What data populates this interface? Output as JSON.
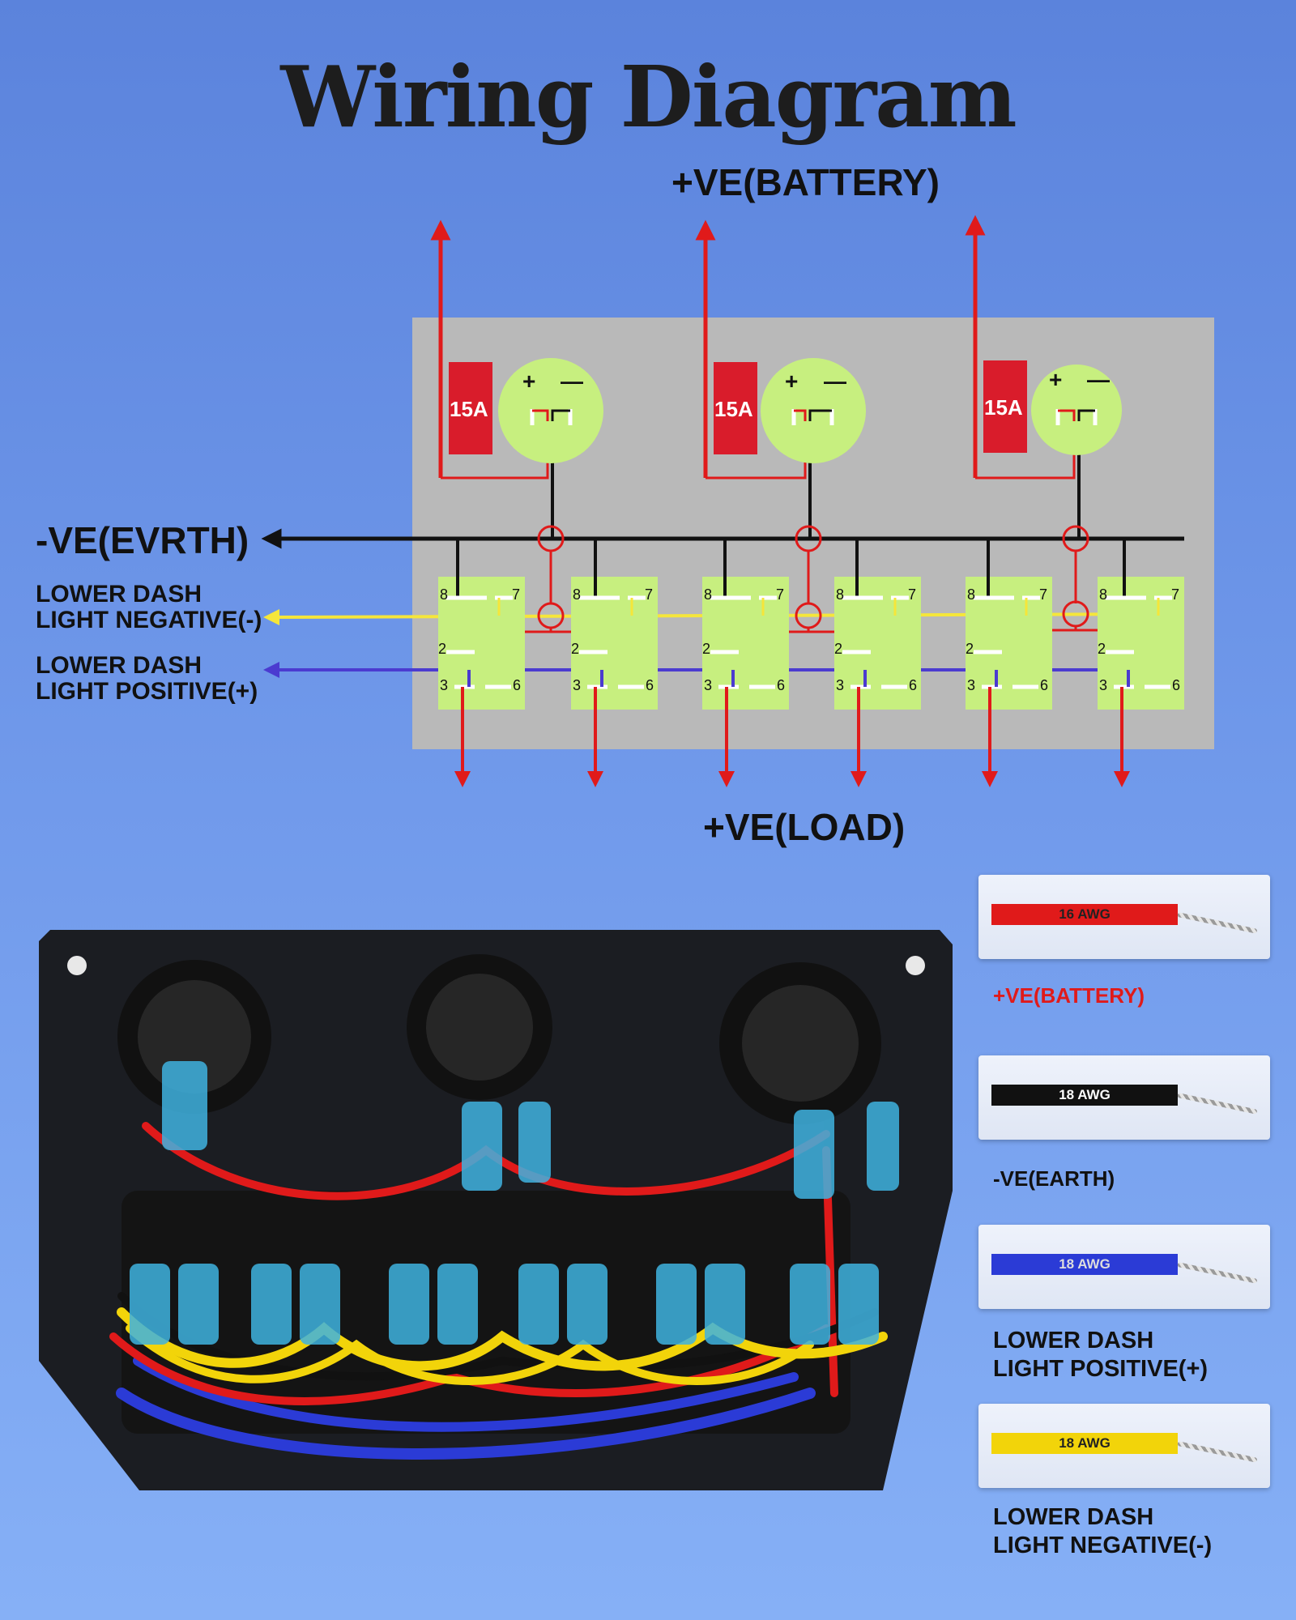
{
  "title": "Wiring Diagram",
  "labels": {
    "battery": "+VE(BATTERY)",
    "earth": "-VE(EVRTH)",
    "lower_neg_1": "LOWER DASH",
    "lower_neg_2": "LIGHT NEGATIVE(-)",
    "lower_pos_1": "LOWER DASH",
    "lower_pos_2": "LIGHT POSITIVE(+)",
    "load": "+VE(LOAD)"
  },
  "fuses": [
    "15A",
    "15A",
    "15A"
  ],
  "socket_terminals": {
    "plus": "+",
    "minus": "—"
  },
  "switch_pins": {
    "p8": "8",
    "p7": "7",
    "p2": "2",
    "p3": "3",
    "p6": "6"
  },
  "wire_legend": [
    {
      "gauge": "16 AWG",
      "label": "+VE(BATTERY)",
      "color": "#e01a1a",
      "text_color": "#e01a1a"
    },
    {
      "gauge": "18 AWG",
      "label": "-VE(EARTH)",
      "color": "#111111",
      "text_color": "#111111"
    },
    {
      "gauge": "18 AWG",
      "label_1": "LOWER DASH",
      "label_2": "LIGHT POSITIVE(+)",
      "color": "#2b3bd6",
      "text_color": "#111111"
    },
    {
      "gauge": "18 AWG",
      "label_1": "LOWER DASH",
      "label_2": "LIGHT NEGATIVE(-)",
      "color": "#f2d40a",
      "text_color": "#111111"
    }
  ],
  "colors": {
    "battery_wire": "#e01a1a",
    "earth_wire": "#111111",
    "neg_light_wire": "#f5e63a",
    "pos_light_wire": "#4b3bd0",
    "panel": "#b9b9b9",
    "switch_body": "#c7ef7f",
    "socket": "#c7ef7f",
    "fuse": "#d91c2b"
  }
}
